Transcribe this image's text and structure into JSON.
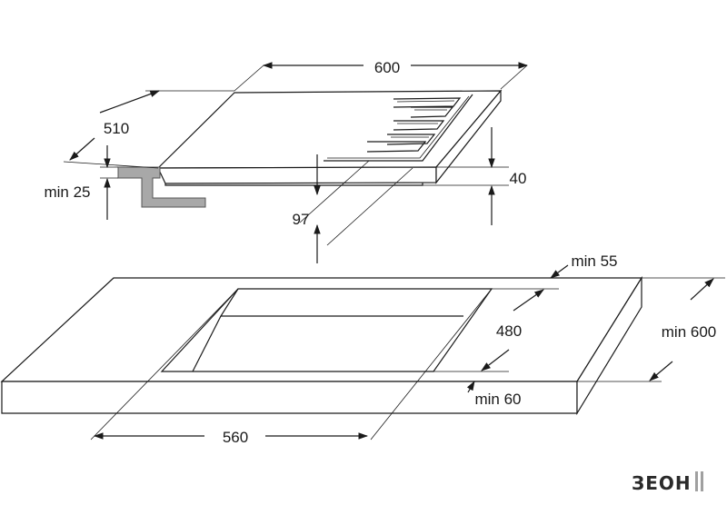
{
  "hob": {
    "width_label": "600",
    "depth_label": "510",
    "height_label": "40",
    "clearance_label": "97",
    "min_surface_label": "min 25"
  },
  "countertop": {
    "cutout_width_label": "560",
    "cutout_depth_label": "480",
    "back_margin_label": "min 55",
    "front_margin_label": "min 60",
    "depth_label": "min 600"
  },
  "logo": {
    "text": "ЗЕОН",
    "colors": {
      "ink": "#2a2a2a",
      "bracket": "#a0a0a0"
    }
  }
}
